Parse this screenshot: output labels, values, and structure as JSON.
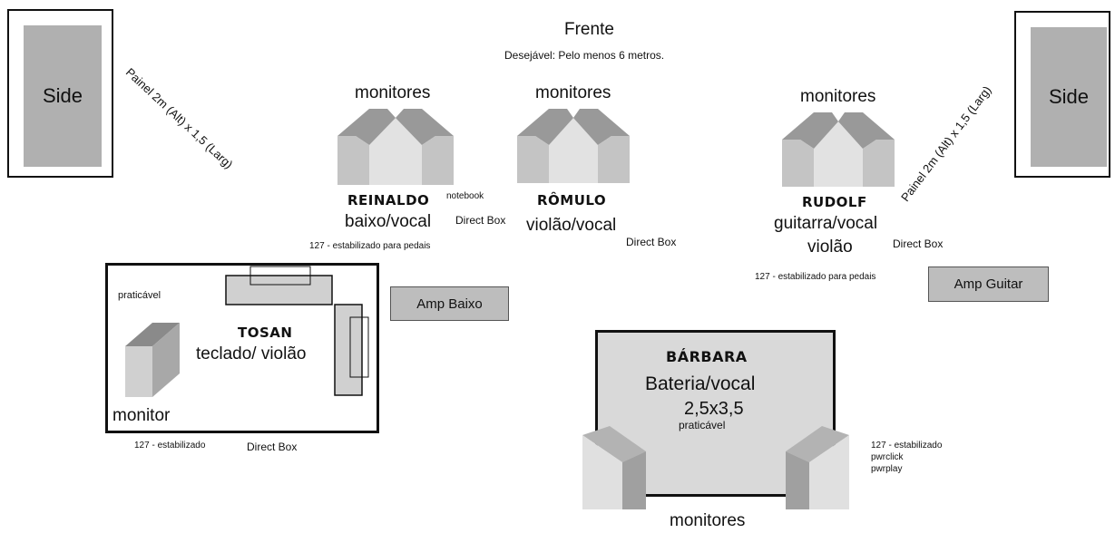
{
  "front": {
    "title": "Frente",
    "note": "Desejável: Pelo menos 6 metros."
  },
  "sides": {
    "left": "Side",
    "right": "Side"
  },
  "panels": {
    "left": "Painel 2m (Alt) x 1,5 (Larg)",
    "right": "Painel 2m (Alt) x 1,5 (Larg)"
  },
  "monitors_label": "monitores",
  "reinaldo": {
    "name": "REINALDO",
    "extra": "notebook",
    "role": "baixo/vocal",
    "direct_box": "Direct Box",
    "power": "127 - estabilizado para pedais"
  },
  "romulo": {
    "name": "RÔMULO",
    "role": "violão/vocal",
    "direct_box": "Direct Box"
  },
  "rudolf": {
    "name": "RUDOLF",
    "role": "guitarra/vocal",
    "role2": "violão",
    "direct_box": "Direct Box",
    "power": "127 - estabilizado para pedais"
  },
  "amps": {
    "bass": "Amp Baixo",
    "guitar": "Amp Guitar"
  },
  "tosan": {
    "name": "TOSAN",
    "role": "teclado/ violão",
    "riser": "praticável",
    "monitor": "monitor",
    "power": "127 - estabilizado",
    "direct_box": "Direct Box"
  },
  "barbara": {
    "name": "BÁRBARA",
    "role": "Bateria/vocal",
    "size": "2,5x3,5",
    "riser": "praticável",
    "power": [
      "127 - estabilizado",
      "pwrclick",
      "pwrplay"
    ],
    "monitors": "monitores"
  },
  "colors": {
    "wedge_dark": "#8a8a8a",
    "wedge_mid": "#a8a8a8",
    "wedge_light": "#d0d0d0",
    "panel_gray": "#b0b0b0",
    "amp_gray": "#bdbdbd",
    "stage_gray": "#d9d9d9"
  }
}
